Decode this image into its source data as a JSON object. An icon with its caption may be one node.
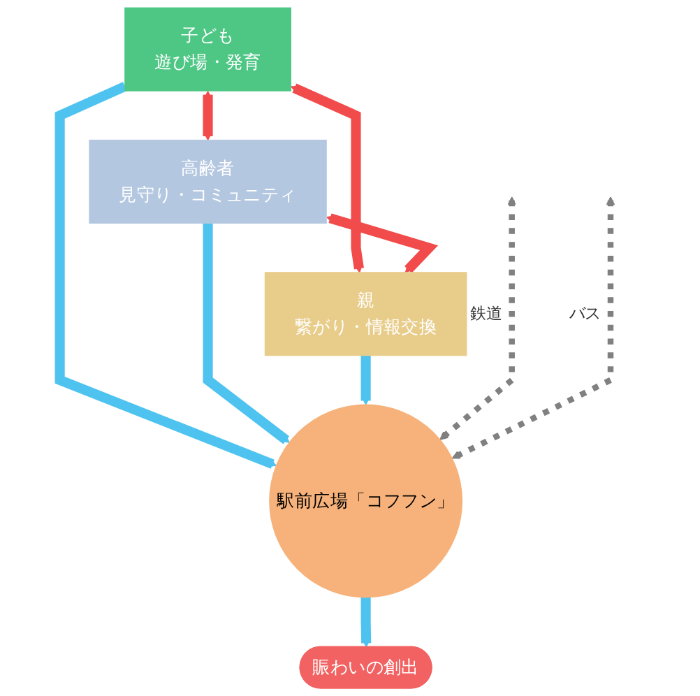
{
  "diagram": {
    "nodes": [
      {
        "text": [
          "子ども",
          "遊び場・発育"
        ]
      },
      {
        "text": [
          "高齢者",
          "見守り・コミュニティ"
        ]
      },
      {
        "text": [
          "駅前広場「コフフン」"
        ]
      },
      {
        "text": [
          "親",
          "繋がり・情報交換"
        ]
      },
      {
        "text": [
          "賑わいの創出"
        ]
      }
    ],
    "edges": [
      {
        "from": 0,
        "to": 1,
        "arrow": "both",
        "color": "#f24b4b"
      },
      {
        "from": 0,
        "to": 3,
        "arrow": "both",
        "color": "#f24b4b"
      },
      {
        "from": 1,
        "to": 3,
        "arrow": "both",
        "color": "#f24b4b"
      },
      {
        "from": 0,
        "to": 2,
        "arrow": "to",
        "color": "#4fc3f0"
      },
      {
        "from": 1,
        "to": 2,
        "arrow": "to",
        "color": "#4fc3f0"
      },
      {
        "from": 3,
        "to": 2,
        "arrow": "to",
        "color": "#4fc3f0"
      },
      {
        "from": 2,
        "to": 4,
        "arrow": "to",
        "color": "#4fc3f0"
      },
      {
        "from": null,
        "to": 2,
        "arrow": "both",
        "label": "鉄道",
        "style": "dashed",
        "color": "#808080"
      },
      {
        "from": null,
        "to": 2,
        "arrow": "both",
        "label": "バス",
        "style": "dashed",
        "color": "#808080"
      }
    ]
  }
}
